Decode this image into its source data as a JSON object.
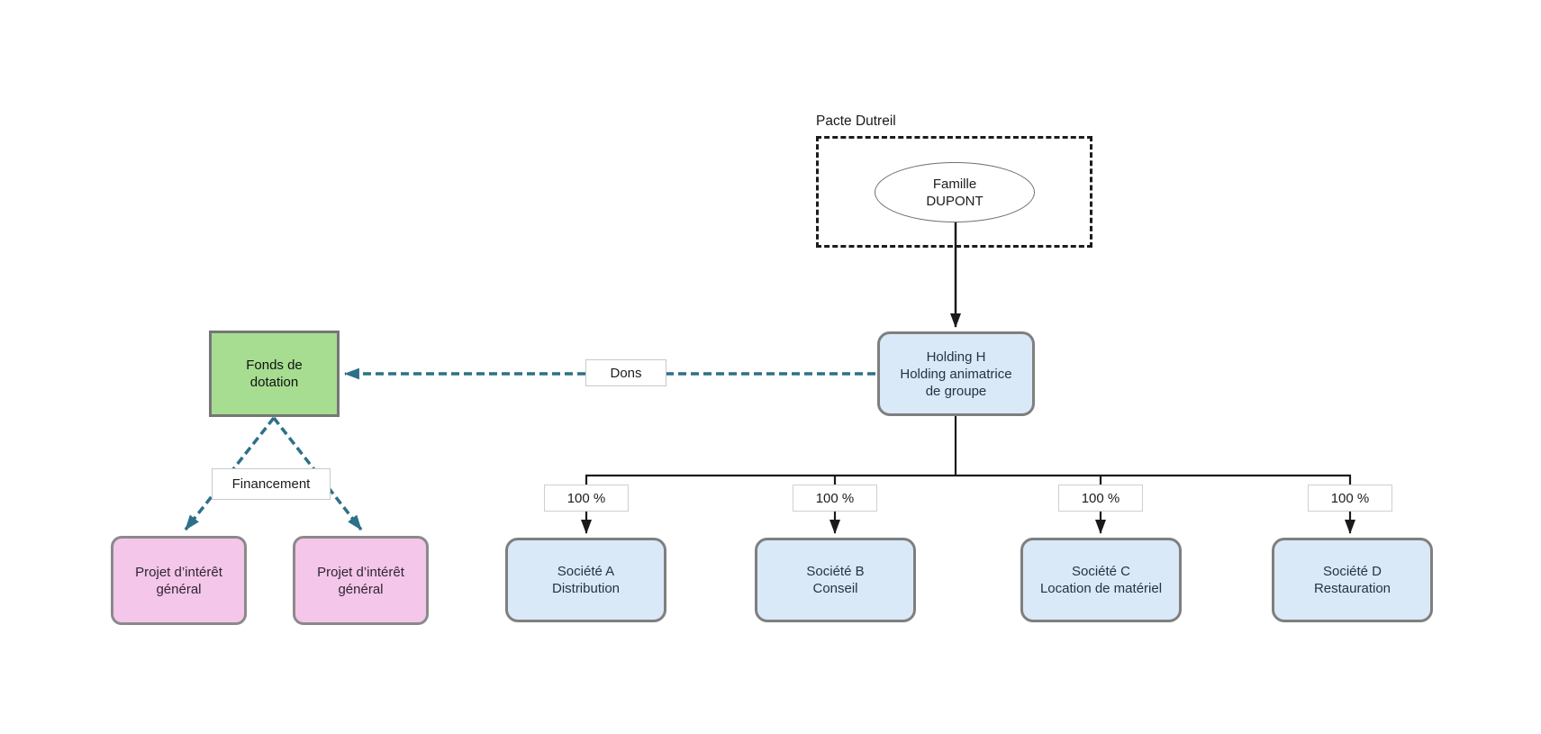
{
  "pacte_dutreil": {
    "label": "Pacte Dutreil"
  },
  "famille": {
    "line1": "Famille",
    "line2": "DUPONT"
  },
  "holding": {
    "line1": "Holding H",
    "line2": "Holding animatrice",
    "line3": "de groupe"
  },
  "fonds_dotation": {
    "line1": "Fonds de",
    "line2": "dotation"
  },
  "labels": {
    "dons": "Dons",
    "financement": "Financement"
  },
  "ownership": [
    "100 %",
    "100 %",
    "100 %",
    "100 %"
  ],
  "societes": [
    {
      "line1": "Société A",
      "line2": "Distribution"
    },
    {
      "line1": "Société B",
      "line2": "Conseil"
    },
    {
      "line1": "Société C",
      "line2": "Location de matériel"
    },
    {
      "line1": "Société D",
      "line2": "Restauration"
    }
  ],
  "projets": [
    {
      "line1": "Projet d’intérêt",
      "line2": "général"
    },
    {
      "line1": "Projet d’intérêt",
      "line2": "général"
    }
  ],
  "colors": {
    "societe_fill": "#d9e9f7",
    "fonds_fill": "#a6dd90",
    "projet_fill": "#f4c6e9",
    "flux_dashed_teal": "#2d7089",
    "box_border_gray": "#7f7f7f",
    "connector_black": "#1a1a1a"
  }
}
